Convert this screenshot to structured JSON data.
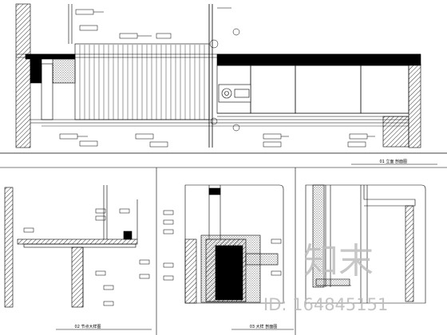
{
  "views": {
    "elevation": {
      "title": "01 立面 剖面图"
    },
    "detail_1": {
      "title": "02 节点大样图"
    },
    "detail_3": {
      "title": "03 大样 剖面图"
    }
  },
  "watermark": {
    "brand": "知末",
    "id_label": "ID: 164845151"
  },
  "colors": {
    "line": "#000000",
    "hatch_fill": "#000000",
    "watermark": "#bdbdbd",
    "background": "#ffffff"
  }
}
